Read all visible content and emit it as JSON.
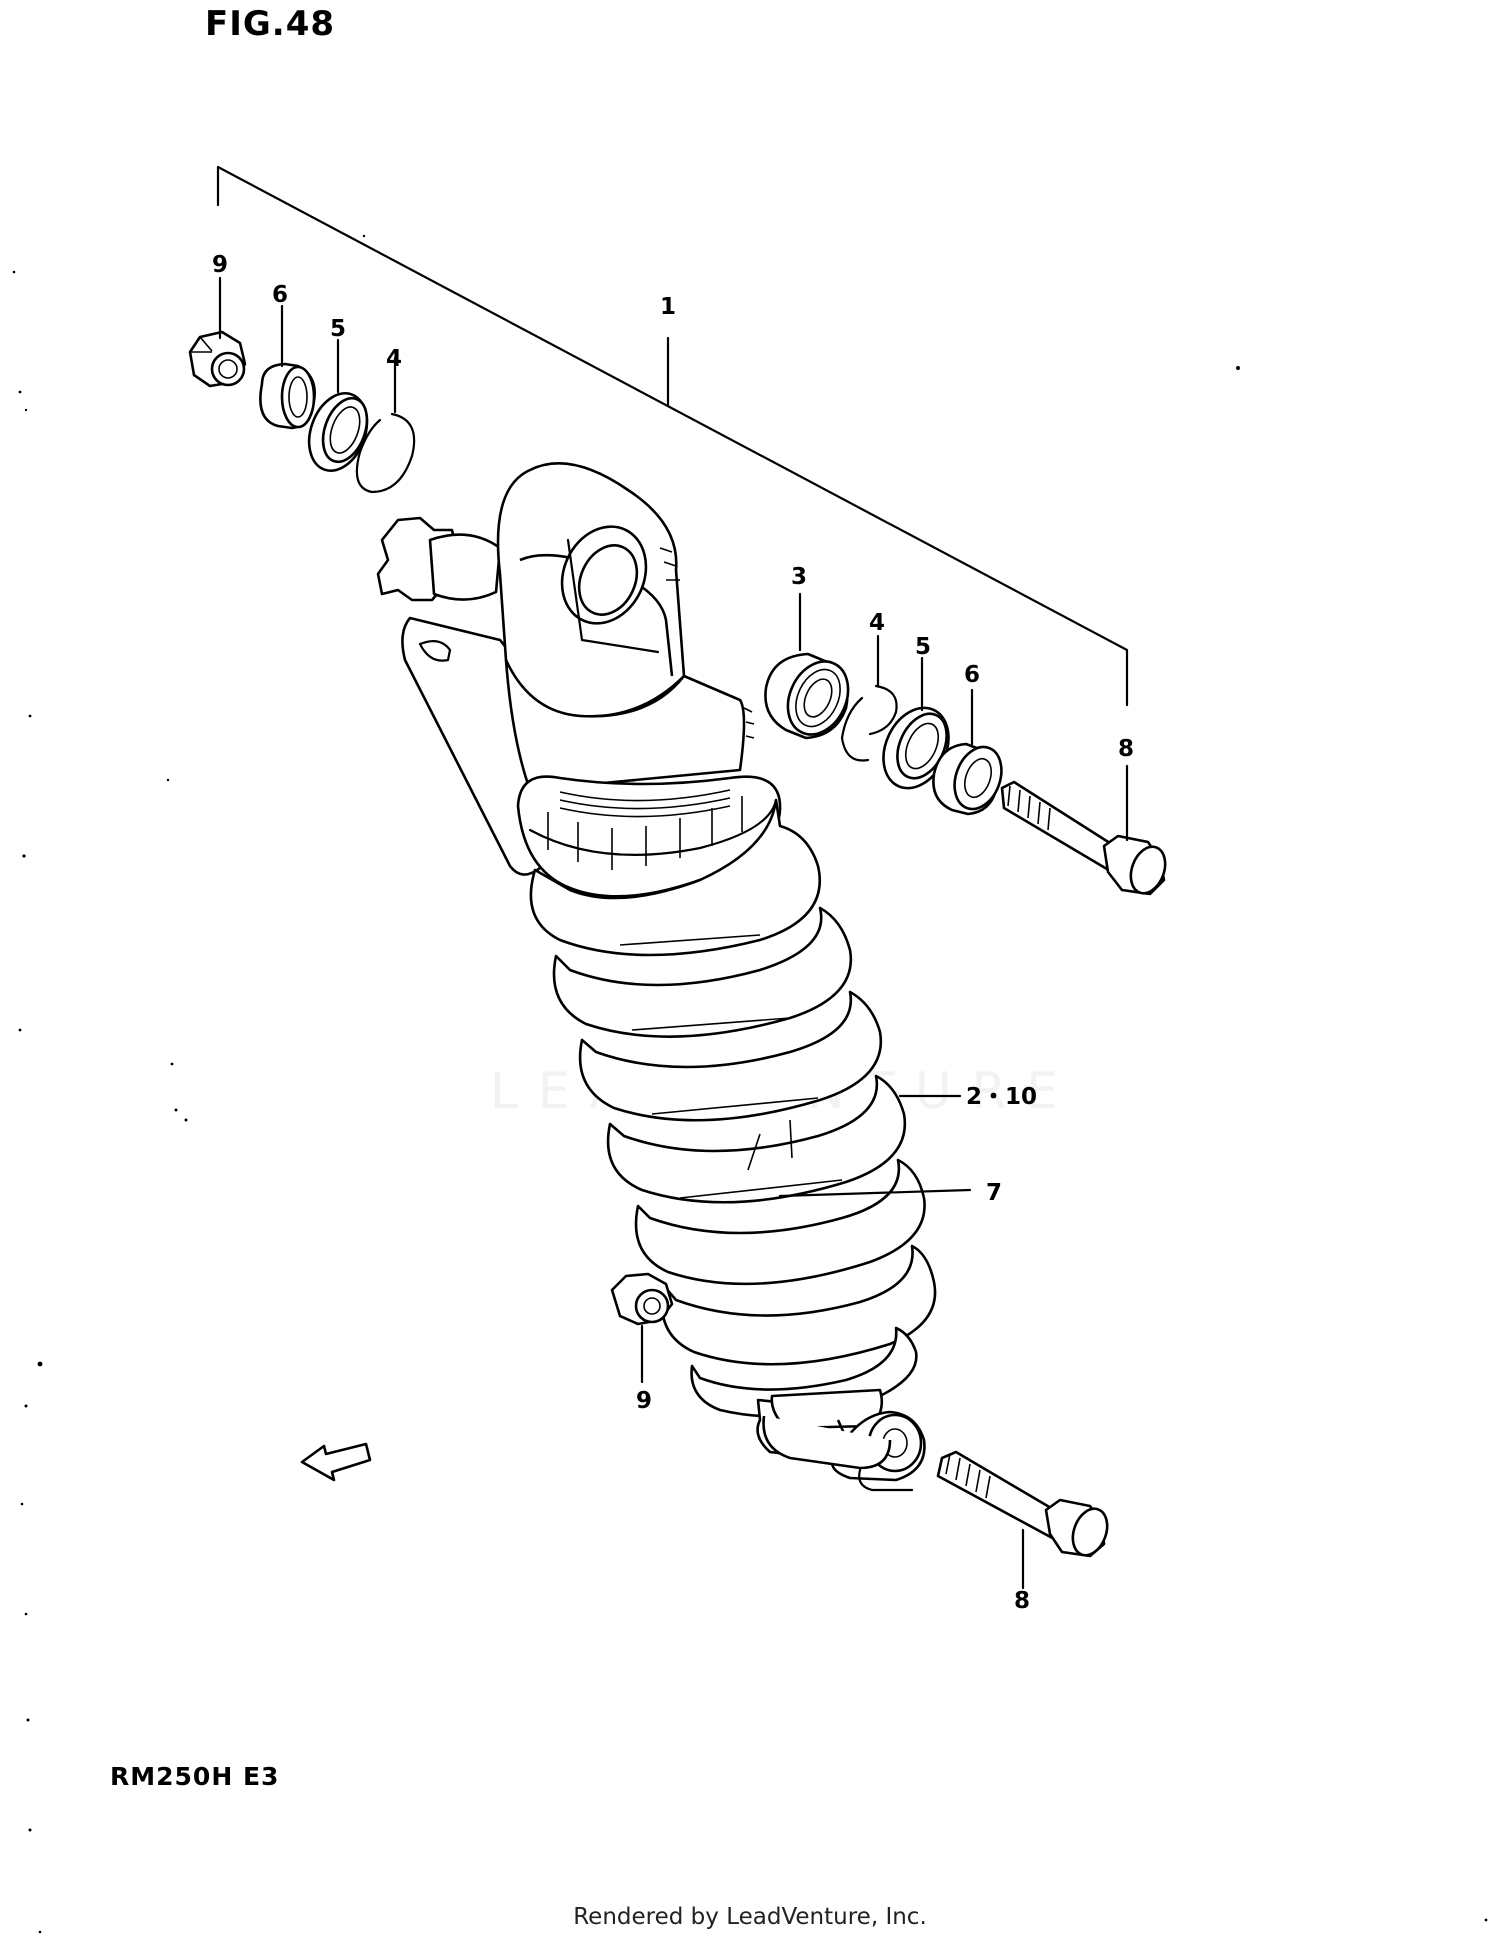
{
  "figure": {
    "title": "FIG.48",
    "model": "RM250H  E3",
    "watermark": "LEADVENTURE",
    "footer": "Rendered by LeadVenture, Inc.",
    "fwd_label": "FWD"
  },
  "callouts": {
    "c1": "1",
    "c9_top": "9",
    "c6_top": "6",
    "c5_top": "5",
    "c4_top": "4",
    "c3": "3",
    "c4_right": "4",
    "c5_right": "5",
    "c6_right": "6",
    "c8_right": "8",
    "c2_10": "2・10",
    "c7": "7",
    "c9_bottom": "9",
    "c8_bottom": "8"
  }
}
